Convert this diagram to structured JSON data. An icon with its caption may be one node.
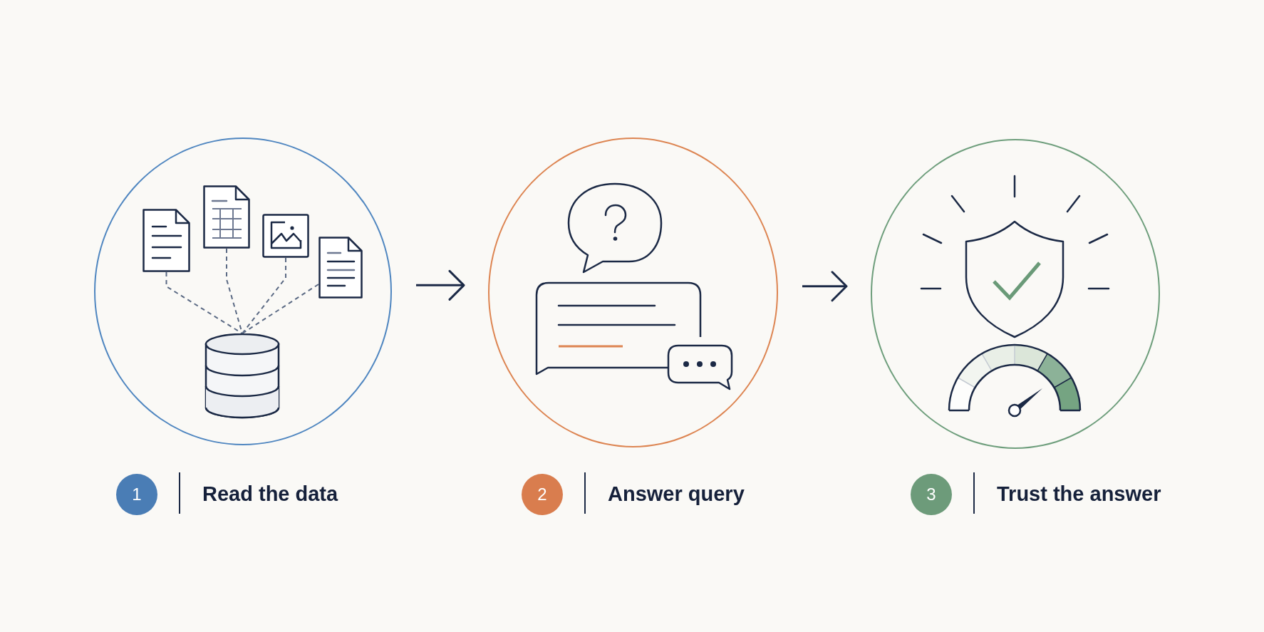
{
  "diagram": {
    "nodes": [
      {
        "text": [],
        "shape": "circle"
      },
      {
        "text": [],
        "shape": "document",
        "in": 0
      },
      {
        "text": [],
        "shape": "document",
        "in": 0
      },
      {
        "text": [],
        "shape": "picture",
        "in": 0
      },
      {
        "text": [],
        "shape": "document",
        "in": 0
      },
      {
        "text": [],
        "shape": "cylinder",
        "in": 0
      },
      {
        "text": [],
        "shape": "circle"
      },
      {
        "text": [],
        "shape": "circle"
      },
      {
        "text": [
          "1"
        ],
        "beside": [
          "Read the data"
        ]
      },
      {
        "text": [
          "2"
        ],
        "beside": [
          "Answer query"
        ]
      },
      {
        "text": [
          "3"
        ],
        "beside": [
          "Trust the answer"
        ]
      }
    ],
    "edges": [
      {
        "from": 1,
        "to": 5,
        "arrow": "none",
        "style": "dashed"
      },
      {
        "from": 2,
        "to": 5,
        "arrow": "none",
        "style": "dashed"
      },
      {
        "from": 3,
        "to": 5,
        "arrow": "none",
        "style": "dashed"
      },
      {
        "from": 4,
        "to": 5,
        "arrow": "none",
        "style": "dashed"
      },
      {
        "from": 0,
        "to": 6,
        "arrow": "to",
        "color": "#1c2a47"
      },
      {
        "from": 6,
        "to": 7,
        "arrow": "to",
        "color": "#1c2a47"
      }
    ]
  }
}
